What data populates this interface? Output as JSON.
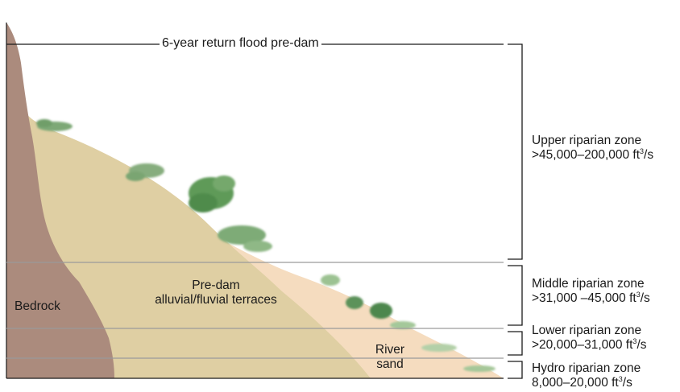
{
  "flood_line": {
    "label": "6-year return flood pre-dam"
  },
  "materials": {
    "bedrock": "Bedrock",
    "terraces_line1": "Pre-dam",
    "terraces_line2": "alluvial/fluvial terraces",
    "sand_line1": "River",
    "sand_line2": "sand"
  },
  "zones": [
    {
      "name": "Upper riparian zone",
      "range_prefix": ">45,000–200,000 ft",
      "unit_exp": "3",
      "unit_suffix": "/s"
    },
    {
      "name": "Middle riparian zone",
      "range_prefix": ">31,000 –45,000 ft",
      "unit_exp": "3",
      "unit_suffix": "/s"
    },
    {
      "name": "Lower riparian zone",
      "range_prefix": ">20,000–31,000 ft",
      "unit_exp": "3",
      "unit_suffix": "/s"
    },
    {
      "name": "Hydro riparian zone",
      "range_prefix": "8,000–20,000 ft",
      "unit_exp": "3",
      "unit_suffix": "/s"
    }
  ],
  "colors": {
    "bedrock": "#ab8b7d",
    "terraces": "#dfcfa3",
    "sand": "#f5dcbf",
    "vegetation": "#5f9a5a",
    "zone_line": "#9a9a9a",
    "ink": "#1a1a1a"
  }
}
